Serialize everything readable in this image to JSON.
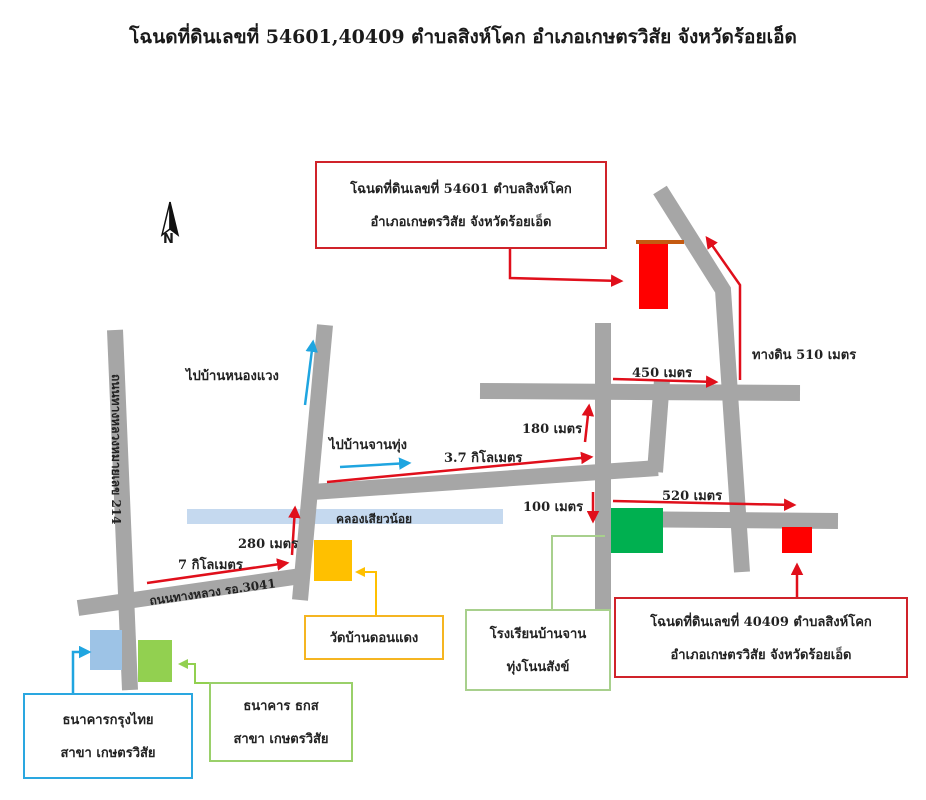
{
  "title": "โฉนดที่ดินเลขที่ 54601,40409 ตำบลสิงห์โคก อำเภอเกษตรวิสัย จังหวัดร้อยเอ็ด",
  "north_label": "N",
  "colors": {
    "road": "#a6a6a6",
    "canal": "#c5d9ef",
    "route_arrow": "#e00f1b",
    "direction_arrow": "#1fa5e0",
    "land_plot": "#ff0000",
    "temple": "#ffc000",
    "school": "#00b050",
    "bank_ktb": "#9dc3e6",
    "bank_baac": "#92d050"
  },
  "roads": {
    "highway_214": "ถนนทางหลวงหมายเลข 214",
    "road_3041": "ถนนทางหลวง รอ.3041"
  },
  "canal_label": "คลองเสียวน้อย",
  "direction_labels": {
    "to_nong_waeng": "ไปบ้านหนองแวง",
    "to_chan_thung": "ไปบ้านจานทุ่ง"
  },
  "distances": {
    "d_7km": "7 กิโลเมตร",
    "d_280m": "280 เมตร",
    "d_3_7km": "3.7 กิโลเมตร",
    "d_180m": "180 เมตร",
    "d_100m": "100 เมตร",
    "d_450m": "450 เมตร",
    "d_520m": "520 เมตร",
    "d_dirt_510m": "ทางดิน 510 เมตร"
  },
  "callouts": {
    "plot_54601": [
      "โฉนดที่ดินเลขที่ 54601 ตำบลสิงห์โคก",
      "อำเภอเกษตรวิสัย จังหวัดร้อยเอ็ด"
    ],
    "plot_40409": [
      "โฉนดที่ดินเลขที่ 40409 ตำบลสิงห์โคก",
      "อำเภอเกษตรวิสัย จังหวัดร้อยเอ็ด"
    ],
    "temple": [
      "วัดบ้านดอนแดง"
    ],
    "school": [
      "โรงเรียนบ้านจาน",
      "ทุ่งโนนสังข์"
    ],
    "bank_ktb": [
      "ธนาคารกรุงไทย",
      "สาขา เกษตรวิสัย"
    ],
    "bank_baac": [
      "ธนาคาร ธกส",
      "สาขา เกษตรวิสัย"
    ]
  }
}
